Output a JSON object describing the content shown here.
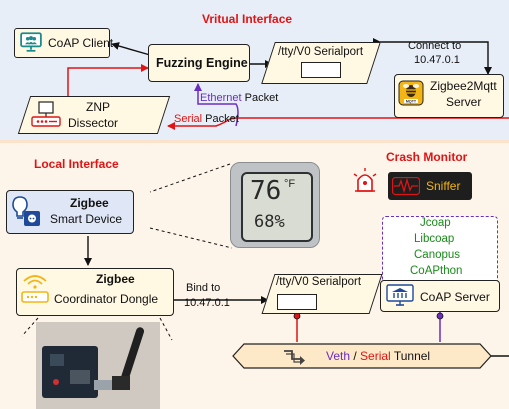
{
  "colors": {
    "virtual_bg": "#e8eef8",
    "local_bg": "#fdf4ea",
    "red": "#e01414",
    "purple": "#6a2fc0",
    "node_fill": "#fff8e3",
    "blue_fill": "#dfe6f5",
    "green": "#1a8a1a"
  },
  "regions": {
    "virtual_title": "Vritual Interface",
    "local_title": "Local Interface"
  },
  "nodes": {
    "coap_client": "CoAP Client",
    "fuzzing_engine": "Fuzzing Engine",
    "serialport_top": "/tty/V0 Serialport",
    "zigbee2mqtt_line1": "Zigbee2Mqtt",
    "zigbee2mqtt_line2": "Server",
    "znp_line1": "ZNP",
    "znp_line2": "Dissector",
    "crash_monitor": "Crash Monitor",
    "sniffer": "Sniffer",
    "smart_device_line1": "Zigbee",
    "smart_device_line2": "Smart Device",
    "dongle_line1": "Zigbee",
    "dongle_line2": "Coordinator Dongle",
    "serialport_bottom": "/tty/V0 Serialport",
    "coap_server": "CoAP Server",
    "libraries": [
      "Jcoap",
      "Libcoap",
      "Canopus",
      "CoAPthon"
    ],
    "tunnel_veth": "Veth",
    "tunnel_sep": " / ",
    "tunnel_serial": "Serial",
    "tunnel_rest": " Tunnel"
  },
  "display": {
    "temperature": "76",
    "temp_unit": "°F",
    "humidity": "68%"
  },
  "edge_labels": {
    "connect_to_line1": "Connect to",
    "connect_to_line2": "10.47.0.1",
    "ethernet_word": "Ethernet",
    "ethernet_rest": " Packet",
    "serial_word": "Serial",
    "serial_rest": " Packet",
    "bind_to_line1": "Bind to",
    "bind_to_line2": "10.47.0.1"
  },
  "icons": {
    "coap_client": "monitor-users-icon",
    "zigbee2mqtt": "mqtt-bee-icon",
    "znp": "router-device-icon",
    "crash_monitor": "alarm-siren-icon",
    "sniffer": "waveform-icon",
    "smart_device": "bulb-plug-icon",
    "dongle": "wifi-router-icon",
    "coap_server": "server-bank-icon",
    "tunnel": "tunnel-arrow-icon"
  }
}
